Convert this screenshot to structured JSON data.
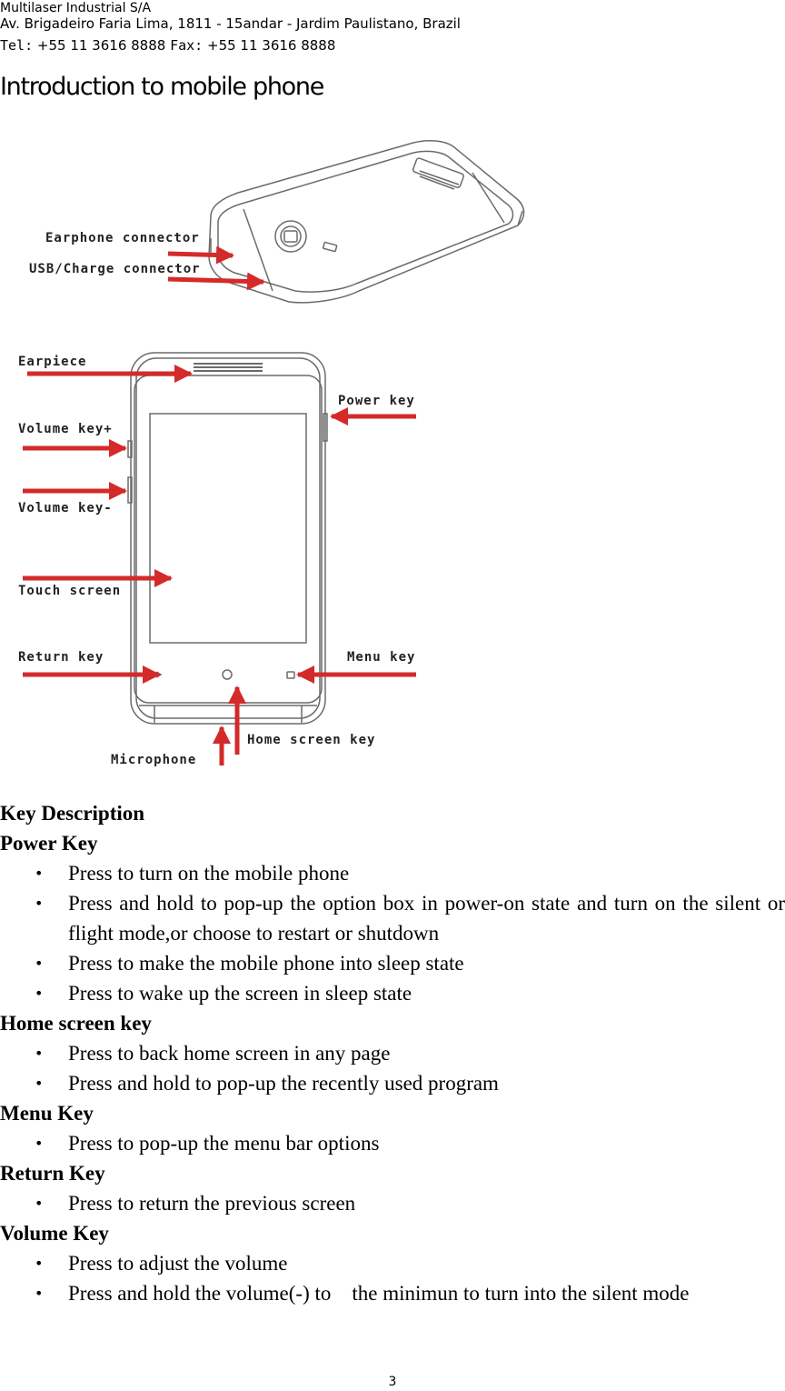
{
  "header": {
    "company": "Multilaser Industrial S/A",
    "address": "Av. Brigadeiro Faria Lima, 1811 - 15andar - Jardim Paulistano, Brazil",
    "tel_label": "Tel:",
    "tel_value": "+55 11 3616 8888",
    "fax_label": "Fax:",
    "fax_value": "+55 11 3616 8888"
  },
  "title": "Introduction to mobile phone",
  "figure": {
    "labels": {
      "earphone": "Earphone connector",
      "usb": "USB/Charge connector",
      "earpiece": "Earpiece",
      "power": "Power key",
      "volume_up": "Volume key+",
      "volume_down": "Volume key-",
      "touch": "Touch screen",
      "return": "Return key",
      "menu": "Menu key",
      "home": "Home screen key",
      "microphone": "Microphone"
    },
    "colors": {
      "arrow": "#d42a2a",
      "outline": "#6b6b6b"
    }
  },
  "section_title": "Key Description",
  "sections": [
    {
      "title": "Power Key",
      "items": [
        "Press to turn on the mobile phone",
        "Press and hold to pop-up the option box in power-on state and turn on the silent or flight mode,or choose to restart or shutdown",
        "Press to make the mobile phone into sleep state",
        "Press to wake up the screen in sleep state"
      ]
    },
    {
      "title": "Home screen key",
      "items": [
        "Press to back home screen in any page",
        "Press and hold to pop-up the recently used program"
      ]
    },
    {
      "title": "Menu Key",
      "items": [
        "Press to pop-up the menu bar options"
      ]
    },
    {
      "title": "Return Key",
      "items": [
        "Press to return the previous screen"
      ]
    },
    {
      "title": "Volume Key",
      "items": [
        "Press to adjust the volume",
        "Press and hold the volume(-) to    the minimun to turn into the silent mode"
      ]
    }
  ],
  "bullet": "•",
  "page_number": "3"
}
